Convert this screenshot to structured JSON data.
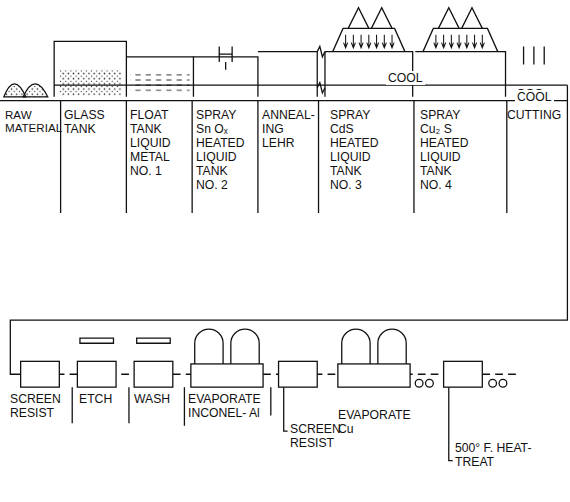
{
  "diagram": {
    "labels": [
      "RAW MATERIAL",
      "GLASS TANK",
      "FLOAT TANK LIQUID METAL NO. 1",
      "SPRAY Sn Oₓ HEATED LIQUID TANK NO. 2",
      "ANNEAL- ING LEHR",
      "SPRAY CdS HEATED LIQUID TANK NO. 3",
      "COOL",
      "SPRAY Cu₂ S HEATED LIQUID TANK NO. 4",
      "COOL",
      "CUTTING",
      "SCREEN RESIST",
      "ETCH",
      "WASH",
      "EVAPORATE INCONEL- Al",
      "SCREEN RESIST",
      "EVAPORATE Cu",
      "500° F. HEAT-TREAT"
    ]
  }
}
